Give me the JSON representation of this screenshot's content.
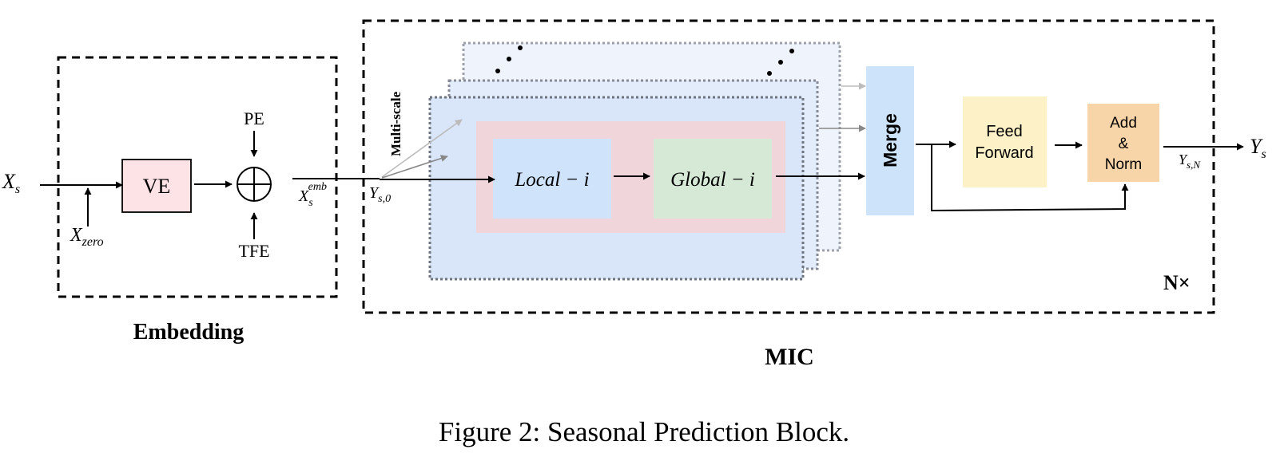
{
  "embedding": {
    "title": "Embedding",
    "input": {
      "main": "X",
      "sub": "s"
    },
    "zero_input": {
      "main": "X",
      "sub": "zero"
    },
    "ve_label": "VE",
    "pe_label": "PE",
    "tfe_label": "TFE",
    "emb_output": {
      "main": "X",
      "sub": "s",
      "sup": "emb"
    }
  },
  "mic": {
    "title": "MIC",
    "multiscale_label": "Multi-scale",
    "y0": {
      "main": "Y",
      "sub": "s,0"
    },
    "local_label": "Local − i",
    "global_label": "Global − i",
    "merge_label": "Merge",
    "feed_forward_label": [
      "Feed",
      "Forward"
    ],
    "add_norm_label": [
      "Add",
      "&",
      "Norm"
    ],
    "yN": {
      "main": "Y",
      "sub": "s,N"
    },
    "repeat_label": "N×"
  },
  "output": {
    "main": "Y",
    "sub": "s"
  },
  "caption": "Figure 2: Seasonal Prediction Block.",
  "colors": {
    "ve_fill": "#fde2e6",
    "local_fill": "#cfe3fb",
    "global_fill": "#d6e9d6",
    "red_band": "#f0d5da",
    "layer_fill": "#dde8f8",
    "merge_fill": "#cde3fa",
    "feed_forward_fill": "#fdf1c8",
    "add_norm_fill": "#f8d5a8",
    "dashed_border": "#000000",
    "layer_border": "#7b8090"
  }
}
